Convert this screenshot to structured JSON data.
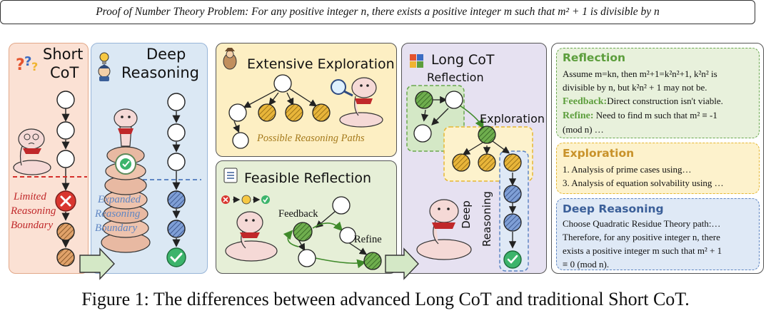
{
  "problem": "Proof of Number Theory Problem: For any positive integer n, there exists a positive integer m such that m² + 1 is divisible by n",
  "caption": "Figure 1: The differences between advanced Long CoT and traditional Short CoT.",
  "short_cot": {
    "title_line1": "Short",
    "title_line2": "CoT",
    "boundary_line1": "Limited",
    "boundary_line2": "Reasoning",
    "boundary_line3": "Boundary"
  },
  "deep_reasoning": {
    "title_line1": "Deep",
    "title_line2": "Reasoning",
    "boundary_line1": "Expanded",
    "boundary_line2": "Reasoning",
    "boundary_line3": "Boundary"
  },
  "extensive_exploration": {
    "title": "Extensive Exploration",
    "paths_label": "Possible Reasoning Paths"
  },
  "feasible_reflection": {
    "title": "Feasible Reflection",
    "feedback_label": "Feedback",
    "refine_label": "Refine"
  },
  "long_cot": {
    "title": "Long CoT",
    "reflection_label": "Reflection",
    "exploration_label": "Exploration",
    "deep_label_line1": "Deep",
    "deep_label_line2": "Reasoning"
  },
  "reflection_box": {
    "title": "Reflection",
    "text_line1": "Assume m=kn, then m²+1=k²n²+1, k²n² is",
    "text_line2": "divisible by n, but k²n² + 1 may not be.",
    "feedback_label": "Feedback:",
    "feedback_text": "Direct construction isn't viable.",
    "refine_label": "Refine:",
    "refine_text": " Need to find m such that m² ≡ -1",
    "refine_text2": "(mod n) …"
  },
  "exploration_box": {
    "title": "Exploration",
    "item1": "1. Analysis of prime cases using…",
    "item2": "3. Analysis of equation solvability using …"
  },
  "deep_reasoning_box": {
    "title": "Deep Reasoning",
    "line1": "Choose Quadratic Residue Theory path:…",
    "line2": "Therefore, for any positive integer n, there",
    "line3": "exists a positive integer m such that m² + 1",
    "line4": "≡ 0 (mod n)."
  },
  "colors": {
    "short_bg": "#fbe1d4",
    "deep_bg": "#dbe8f4",
    "explore_bg": "#fdefc3",
    "reflect_bg": "#e6efd7",
    "longcot_bg": "#e6e1f1",
    "green_title": "#5c9e3c",
    "gold_title": "#c8922a",
    "blue_title": "#3b5f99",
    "red_text": "#c0282a",
    "blue_text": "#5f86c3"
  }
}
